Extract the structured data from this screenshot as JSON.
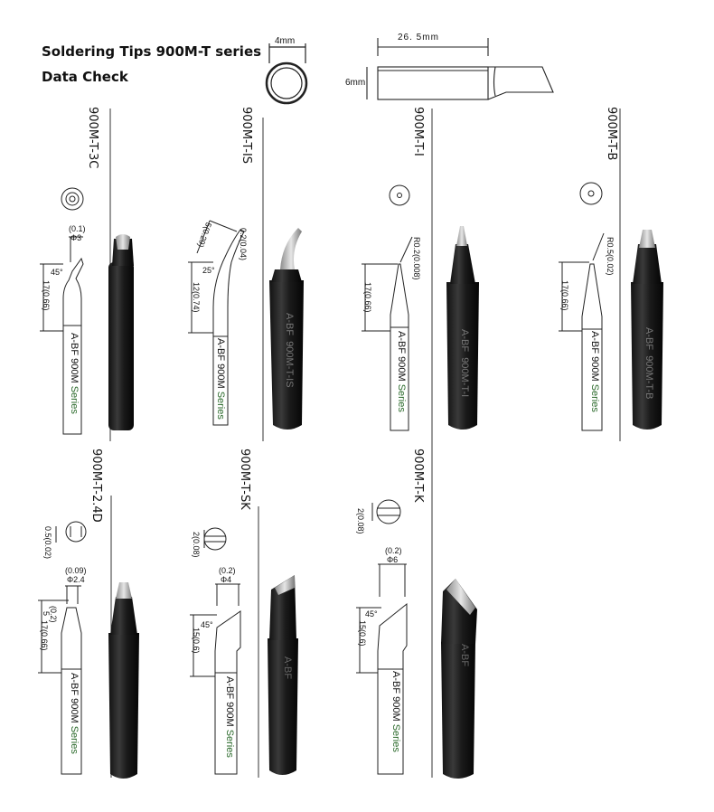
{
  "header": {
    "title": "Soldering Tips 900M-T series",
    "subtitle": "Data Check"
  },
  "overall": {
    "diameter": "4mm",
    "length": "26. 5mm",
    "height": "6mm"
  },
  "brand": {
    "prefix": "A-BF 900M ",
    "series": "Series",
    "stamp": "A-BF"
  },
  "tips": [
    {
      "name": "900M-T-3C",
      "code": "",
      "dims": [
        "(0.1)",
        "Φ3",
        "45°",
        "17(0.66)"
      ]
    },
    {
      "name": "900M-T-IS",
      "code": "900M-T-IS",
      "dims": [
        "5(0.29)",
        "0.2(0.04)",
        "25°",
        "12(0.74)"
      ]
    },
    {
      "name": "900M-T-I",
      "code": "900M-T-I",
      "dims": [
        "R0.2(0.008)",
        "17(0.66)"
      ]
    },
    {
      "name": "900M-T-B",
      "code": "900M-T-B",
      "dims": [
        "R0.5(0.02)",
        "17(0.66)"
      ]
    },
    {
      "name": "900M-T-2.4D",
      "code": "",
      "dims": [
        "0.5(0.02)",
        "(0.09)",
        "Φ2.4",
        "(0.2)",
        "5",
        "17(0.66)"
      ]
    },
    {
      "name": "900M-T-SK",
      "code": "",
      "dims": [
        "2(0.08)",
        "(0.2)",
        "Φ4",
        "45°",
        "15(0.6)"
      ]
    },
    {
      "name": "900M-T-K",
      "code": "",
      "dims": [
        "2(0.08)",
        "(0.2)",
        "Φ6",
        "45°",
        "15(0.6)"
      ]
    }
  ]
}
